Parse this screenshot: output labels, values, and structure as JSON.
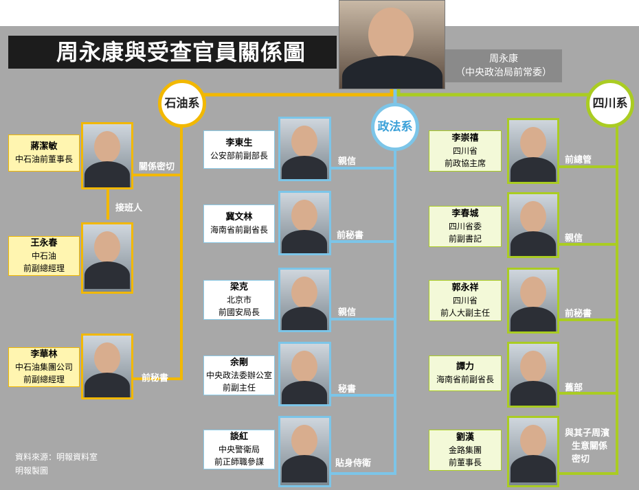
{
  "title": "周永康與受查官員關係圖",
  "top": {
    "name": "周永康",
    "role": "（中央政治局前常委）"
  },
  "factions": {
    "oil": {
      "label": "石油系",
      "color": "#f2b800"
    },
    "law": {
      "label": "政法系",
      "color": "#7cc5e8"
    },
    "sichuan": {
      "label": "四川系",
      "color": "#aacc22"
    }
  },
  "oil_people": [
    {
      "name": "蔣潔敏",
      "role": "中石油前董事長",
      "relation": "關係密切"
    },
    {
      "name": "王永春",
      "role1": "中石油",
      "role2": "前副總經理",
      "relation": ""
    },
    {
      "name": "李華林",
      "role1": "中石油集團公司",
      "role2": "前副總經理",
      "relation": "前秘書"
    }
  ],
  "successor_label": "接班人",
  "law_people": [
    {
      "name": "李東生",
      "role1": "公安部前副部長",
      "role2": "",
      "relation": "親信"
    },
    {
      "name": "冀文林",
      "role1": "海南省前副省長",
      "role2": "",
      "relation": "前秘書"
    },
    {
      "name": "梁克",
      "role1": "北京市",
      "role2": "前國安局長",
      "relation": "親信"
    },
    {
      "name": "余剛",
      "role1": "中央政法委辦公室",
      "role2": "前副主任",
      "relation": "秘書"
    },
    {
      "name": "談紅",
      "role1": "中央警衛局",
      "role2": "前正師職參謀",
      "relation": "貼身侍衛"
    }
  ],
  "sichuan_people": [
    {
      "name": "李崇禧",
      "role1": "四川省",
      "role2": "前政協主席",
      "relation": "前總管"
    },
    {
      "name": "李春城",
      "role1": "四川省委",
      "role2": "前副書記",
      "relation": "親信"
    },
    {
      "name": "郭永祥",
      "role1": "四川省",
      "role2": "前人大副主任",
      "relation": "前秘書"
    },
    {
      "name": "譚力",
      "role1": "海南省前副省長",
      "role2": "",
      "relation": "舊部"
    },
    {
      "name": "劉漢",
      "role1": "金路集團",
      "role2": "前董事長",
      "relation1": "與其子周濱",
      "relation2": "生意關係",
      "relation3": "密切"
    }
  ],
  "source": {
    "line1": "資料來源：明報資料室",
    "line2": "明報製圖"
  },
  "icons": {
    "person_photo": "person-photo-icon"
  }
}
